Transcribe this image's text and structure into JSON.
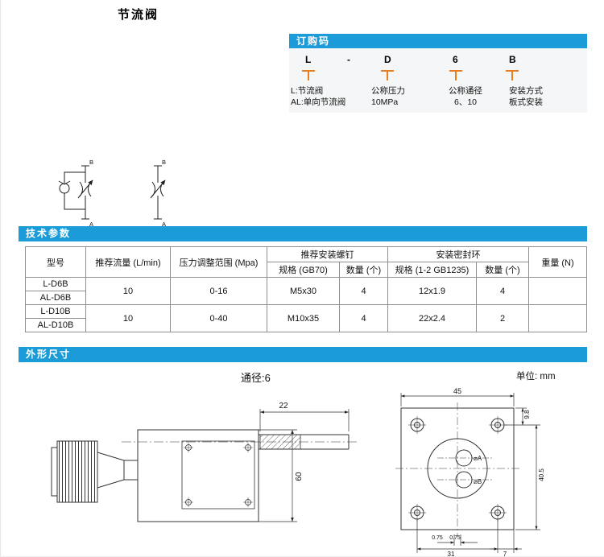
{
  "page": {
    "title": "节流阀"
  },
  "colors": {
    "header_blue": "#1b9cd8",
    "accent_orange": "#e87c1e"
  },
  "order_code": {
    "header": "订购码",
    "letters": {
      "l": "L",
      "dash": "-",
      "d": "D",
      "six": "6",
      "b": "B"
    },
    "groups": [
      {
        "line1": "L:节流阀",
        "line2": "AL:单向节流阀"
      },
      {
        "line1": "公称压力",
        "line2": "10MPa"
      },
      {
        "line1": "公称通径",
        "line2": "6、10"
      },
      {
        "line1": "安装方式",
        "line2": "板式安装"
      }
    ]
  },
  "symbols": {
    "port_b": "B",
    "port_a": "A"
  },
  "tech": {
    "header": "技术参数",
    "columns": {
      "model": "型号",
      "flow": "推荐流量 (L/min)",
      "pressure": "压力调整范围 (Mpa)",
      "screw_group": "推荐安装螺钉",
      "seal_group": "安装密封环",
      "screw_spec": "规格 (GB70)",
      "screw_qty": "数量 (个)",
      "seal_spec": "规格 (1-2 GB1235)",
      "seal_qty": "数量 (个)",
      "weight": "重量 (N)"
    },
    "groups": [
      {
        "models": [
          "L-D6B",
          "AL-D6B"
        ],
        "flow": "10",
        "pressure": "0-16",
        "screw_spec": "M5x30",
        "screw_qty": "4",
        "seal_spec": "12x1.9",
        "seal_qty": "4",
        "weight": ""
      },
      {
        "models": [
          "L-D10B",
          "AL-D10B"
        ],
        "flow": "10",
        "pressure": "0-40",
        "screw_spec": "M10x35",
        "screw_qty": "4",
        "seal_spec": "22x2.4",
        "seal_qty": "2",
        "weight": ""
      }
    ]
  },
  "outline": {
    "header": "外形尺寸",
    "bore_label": "通径:6",
    "unit_label": "单位: mm",
    "side_view": {
      "dim_len": "22",
      "dim_height": "60"
    },
    "front_view": {
      "dim_width": "45",
      "dim_top": "9.8",
      "dim_height": "40.5",
      "dim_offset1": "0.75",
      "dim_offset2": "0.75",
      "dim_span": "31",
      "dim_edge": "7",
      "port_a": "⌀A",
      "port_b": "⌀B"
    }
  }
}
